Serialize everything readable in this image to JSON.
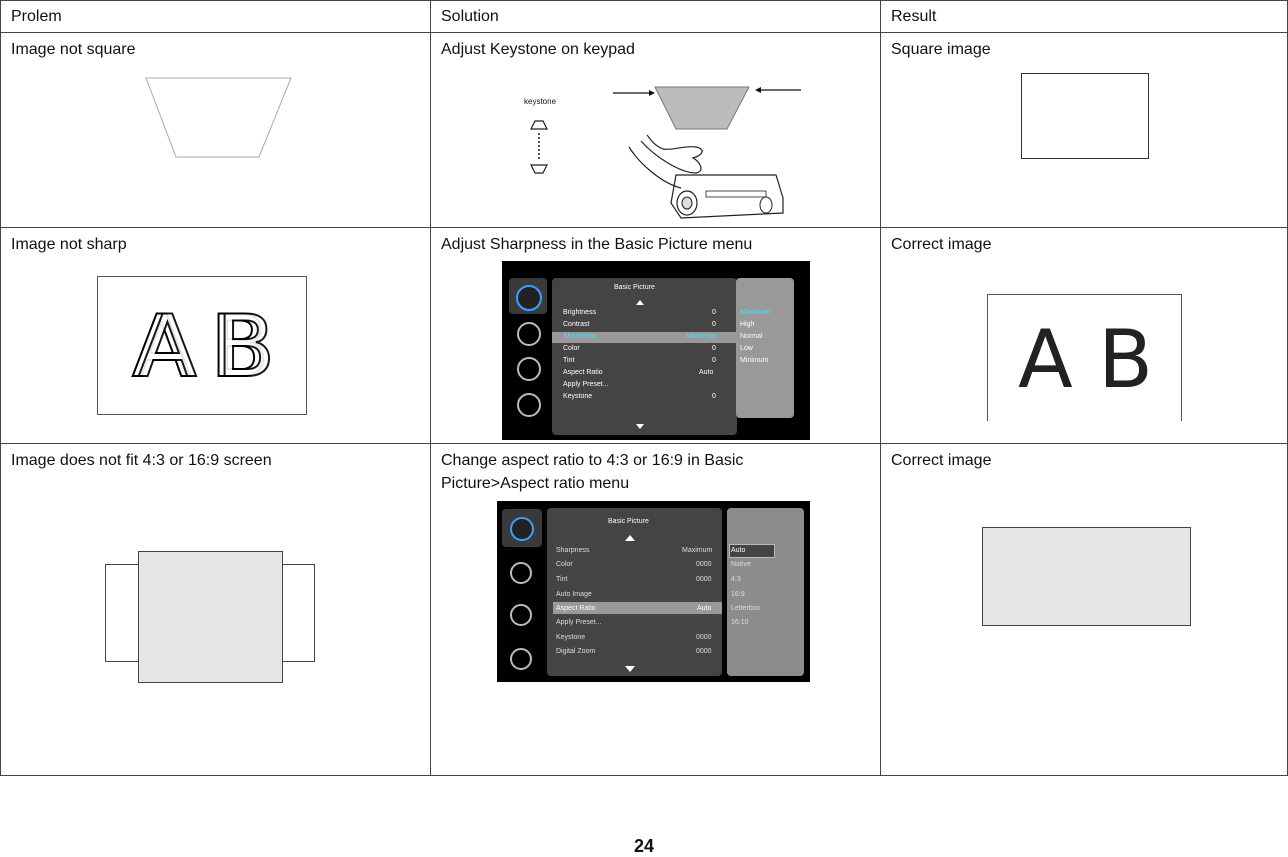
{
  "table": {
    "headers": [
      "Prolem",
      "Solution",
      "Result"
    ],
    "rows": [
      {
        "problem": "Image not square",
        "solution": "Adjust Keystone on keypad",
        "result": "Square image",
        "keystone_label": "keystone"
      },
      {
        "problem": "Image not sharp",
        "solution": "Adjust Sharpness in the Basic Picture menu",
        "result": "Correct image",
        "sample_letters": "A B",
        "menu": {
          "title": "Basic Picture",
          "items": [
            {
              "label": "Brightness",
              "value": "0"
            },
            {
              "label": "Contrast",
              "value": "0"
            },
            {
              "label": "Sharpness",
              "value": "Maximum"
            },
            {
              "label": "Color",
              "value": "0"
            },
            {
              "label": "Tint",
              "value": "0"
            },
            {
              "label": "Aspect Ratio",
              "value": "Auto"
            },
            {
              "label": "Apply Preset...",
              "value": ""
            },
            {
              "label": "Keystone",
              "value": "0"
            }
          ],
          "options": [
            "Maximum",
            "High",
            "Normal",
            "Low",
            "Minimum"
          ]
        }
      },
      {
        "problem": "Image does not fit 4:3 or 16:9 screen",
        "solution_line1": "Change aspect ratio to 4:3 or 16:9 in Basic",
        "solution_line2": "Picture>Aspect ratio menu",
        "result": "Correct image",
        "menu": {
          "title": "Basic Picture",
          "items": [
            {
              "label": "Sharpness",
              "value": "Maximum"
            },
            {
              "label": "Color",
              "value": "0000"
            },
            {
              "label": "Tint",
              "value": "0000"
            },
            {
              "label": "Auto Image",
              "value": ""
            },
            {
              "label": "Aspect Ratio",
              "value": "Auto"
            },
            {
              "label": "Apply Preset...",
              "value": ""
            },
            {
              "label": "Keystone",
              "value": "0000"
            },
            {
              "label": "Digital Zoom",
              "value": "0000"
            }
          ],
          "options": [
            "Auto",
            "Native",
            "4:3",
            "16:9",
            "Letterbox",
            "16:10"
          ]
        }
      }
    ]
  },
  "page_number": "24"
}
